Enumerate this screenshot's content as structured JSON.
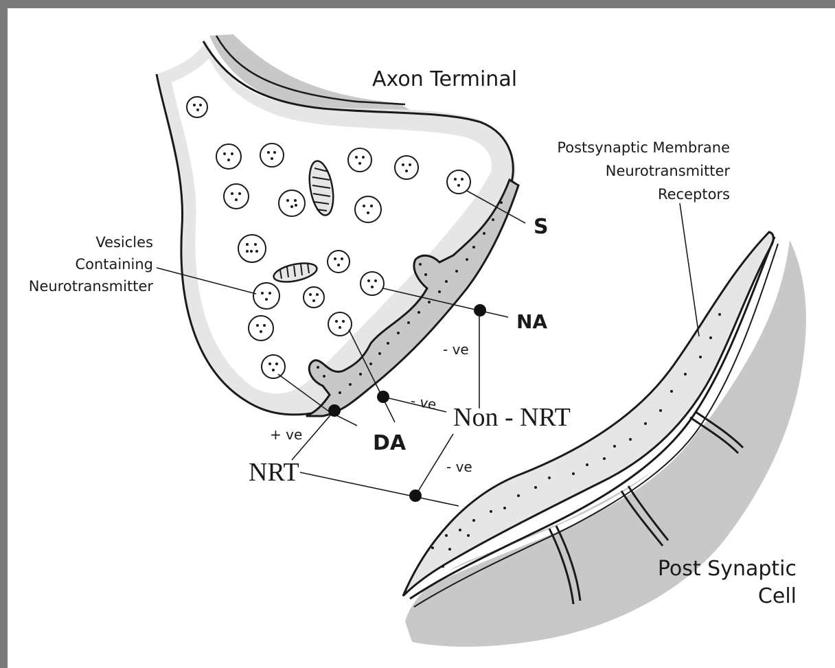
{
  "labels": {
    "axon_terminal": "Axon Terminal",
    "postsynaptic_line1": "Postsynaptic Membrane",
    "postsynaptic_line2": "Neurotransmitter",
    "postsynaptic_line3": "Receptors",
    "vesicles_line1": "Vesicles",
    "vesicles_line2": "Containing",
    "vesicles_line3": "Neurotransmitter",
    "s": "S",
    "na": "NA",
    "da": "DA",
    "non_nrt": "Non - NRT",
    "nrt": "NRT",
    "neg_na": "- ve",
    "neg_da": "- ve",
    "pos_nrt": "+ ve",
    "neg_post": "- ve",
    "post_cell_line1": "Post Synaptic",
    "post_cell_line2": "Cell"
  },
  "colors": {
    "outline": "#1a1a1a",
    "light_fill": "#e6e6e6",
    "dark_fill": "#c8c8c8",
    "frame": "#7a7a7a"
  }
}
